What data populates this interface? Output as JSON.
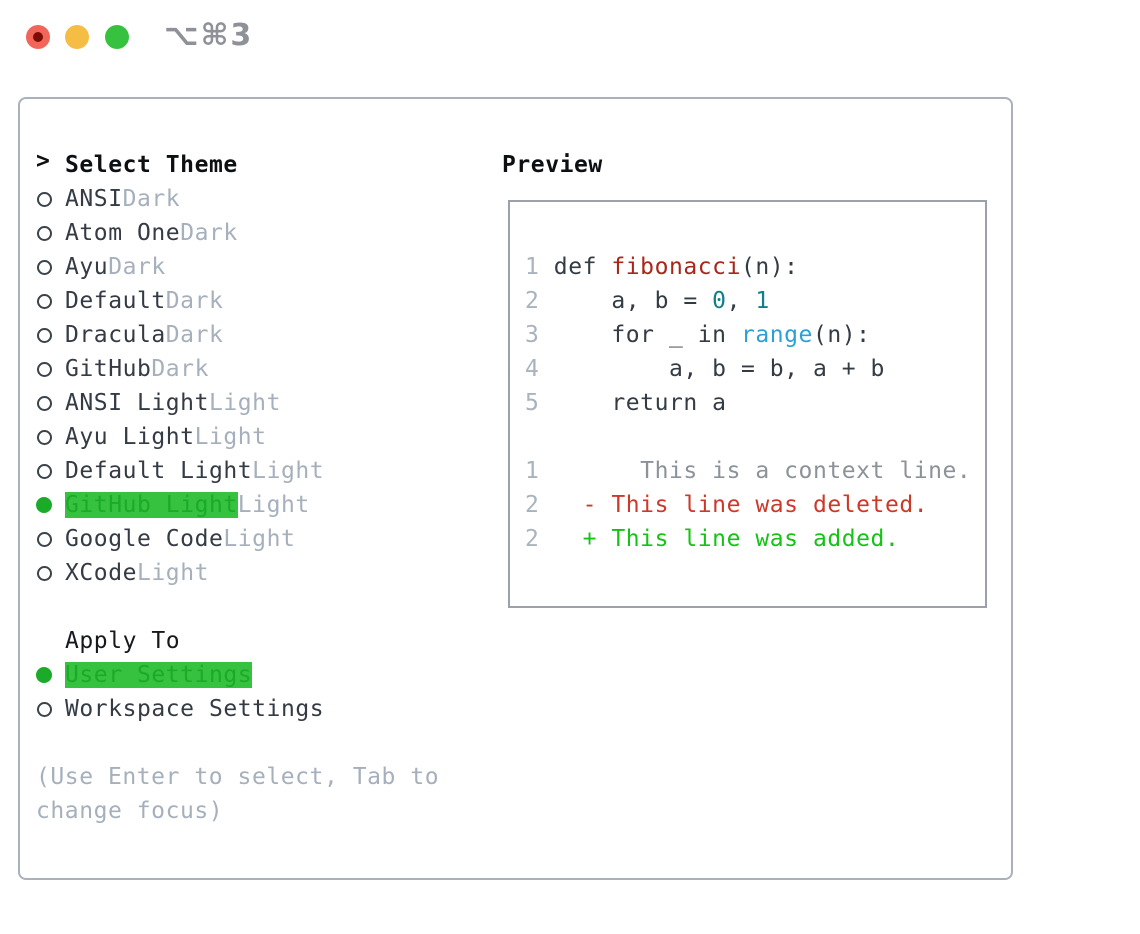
{
  "window": {
    "title_shortcut": "⌥⌘3",
    "traffic_lights": {
      "red": "#f2655b",
      "red_dot": "#7a0e05",
      "yellow": "#f6bd45",
      "green": "#36c13f"
    }
  },
  "colors": {
    "selected_green": "#1aab29",
    "added_green": "#15c315",
    "deleted_red": "#cb3a28",
    "function_red": "#a7271b",
    "number_teal": "#0f7f89",
    "builtin_blue": "#2ba0d4",
    "muted_gray": "#a6b0bc",
    "panel_border": "#a9b1ba",
    "preview_border": "#9aa1ab"
  },
  "theme_panel": {
    "header": {
      "prompt": ">",
      "label": "Select Theme"
    },
    "themes": [
      {
        "label": "ANSI",
        "variant": "Dark",
        "selected": false
      },
      {
        "label": "Atom One",
        "variant": "Dark",
        "selected": false
      },
      {
        "label": "Ayu",
        "variant": "Dark",
        "selected": false
      },
      {
        "label": "Default",
        "variant": "Dark",
        "selected": false
      },
      {
        "label": "Dracula",
        "variant": "Dark",
        "selected": false
      },
      {
        "label": "GitHub",
        "variant": "Dark",
        "selected": false
      },
      {
        "label": "ANSI Light",
        "variant": "Light",
        "selected": false
      },
      {
        "label": "Ayu Light",
        "variant": "Light",
        "selected": false
      },
      {
        "label": "Default Light",
        "variant": "Light",
        "selected": false
      },
      {
        "label": "GitHub Light",
        "variant": "Light",
        "selected": true
      },
      {
        "label": "Google Code",
        "variant": "Light",
        "selected": false
      },
      {
        "label": "XCode",
        "variant": "Light",
        "selected": false
      }
    ],
    "apply_to": {
      "label": "Apply To",
      "options": [
        {
          "label": "User Settings",
          "selected": true
        },
        {
          "label": "Workspace Settings",
          "selected": false
        }
      ]
    },
    "hints": [
      "(Use Enter to select, Tab to",
      "change focus)"
    ]
  },
  "preview": {
    "title": "Preview",
    "lines": [
      [
        {
          "s": "ln",
          "t": "1 "
        },
        {
          "s": "code",
          "t": "def "
        },
        {
          "s": "func",
          "t": "fibonacci"
        },
        {
          "s": "code",
          "t": "(n):"
        }
      ],
      [
        {
          "s": "ln",
          "t": "2 "
        },
        {
          "s": "code",
          "t": "    a, b = "
        },
        {
          "s": "num",
          "t": "0"
        },
        {
          "s": "code",
          "t": ", "
        },
        {
          "s": "num",
          "t": "1"
        }
      ],
      [
        {
          "s": "ln",
          "t": "3 "
        },
        {
          "s": "code",
          "t": "    for _ in "
        },
        {
          "s": "builtin",
          "t": "range"
        },
        {
          "s": "code",
          "t": "(n):"
        }
      ],
      [
        {
          "s": "ln",
          "t": "4 "
        },
        {
          "s": "code",
          "t": "        a, b = b, a + b"
        }
      ],
      [
        {
          "s": "ln",
          "t": "5 "
        },
        {
          "s": "code",
          "t": "    return a"
        }
      ],
      [],
      [
        {
          "s": "ln",
          "t": "1"
        },
        {
          "s": "ctx",
          "t": "       This is a context line."
        }
      ],
      [
        {
          "s": "ln",
          "t": "2"
        },
        {
          "s": "del",
          "t": "   - This line was deleted."
        }
      ],
      [
        {
          "s": "ln",
          "t": "2"
        },
        {
          "s": "add",
          "t": "   + This line was added."
        }
      ]
    ]
  }
}
